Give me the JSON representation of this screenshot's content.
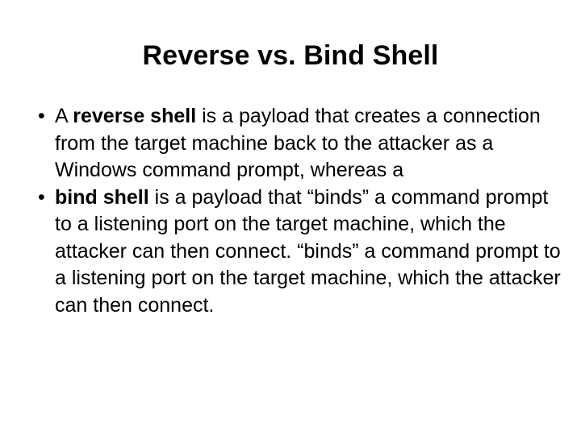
{
  "slide": {
    "title": "Reverse vs. Bind Shell",
    "bullet_marker": "•",
    "bullets": [
      {
        "marker": "•",
        "segments": [
          {
            "text": "A ",
            "bold": false
          },
          {
            "text": "reverse shell",
            "bold": true
          },
          {
            "text": " is a payload that creates a connection from the target machine back to the attacker as a Windows command prompt, whereas a",
            "bold": false
          }
        ],
        "plain_text": "A reverse shell is a payload that creates a connection from the target machine back to the attacker as a Windows command prompt, whereas a"
      },
      {
        "marker": "•",
        "segments": [
          {
            "text": "bind shell",
            "bold": true
          },
          {
            "text": " is a payload that “binds” a command prompt to a listening port on the target machine, which the attacker can then connect. “binds” a command prompt to a listening port on the target machine, which the attacker can then connect.",
            "bold": false
          }
        ],
        "plain_text": "bind shell is a payload that “binds” a command prompt to a listening port on the target machine, which the attacker can then connect. “binds” a command prompt to a listening port on the target machine, which the attacker can then connect."
      }
    ],
    "colors": {
      "background": "#ffffff",
      "text": "#000000"
    }
  }
}
